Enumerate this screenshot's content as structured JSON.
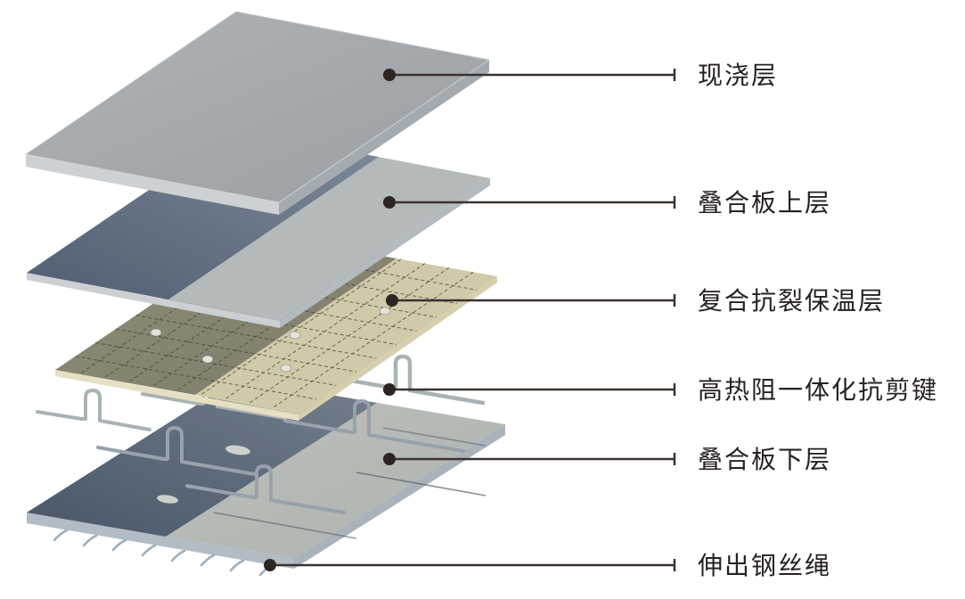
{
  "labels": [
    {
      "text": "现浇层"
    },
    {
      "text": "叠合板上层"
    },
    {
      "text": "复合抗裂保温层"
    },
    {
      "text": "高热阻一体化抗剪键"
    },
    {
      "text": "叠合板下层"
    },
    {
      "text": "伸出钢丝绳"
    }
  ],
  "colors": {
    "leader_line": "#3a322e",
    "leader_dot": "#2d2522",
    "label_text": "#262120",
    "cast_slab_top": "#b2b7ba",
    "upper_slab_dark": "#64748a",
    "upper_slab_light": "#c3c8c9",
    "insulation_dark": "#8d8d7a",
    "insulation_cream": "#ddd6b2",
    "lower_slab_dark": "#5a6878",
    "lower_slab_light": "#c6cac5",
    "wire": "#a9b2b4",
    "background": "#ffffff"
  }
}
